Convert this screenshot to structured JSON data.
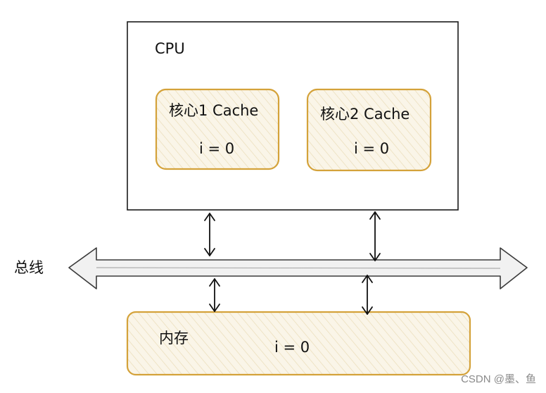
{
  "cpu": {
    "title": "CPU"
  },
  "cores": [
    {
      "title": "核心1 Cache",
      "value": "i = 0"
    },
    {
      "title": "核心2 Cache",
      "value": "i = 0"
    }
  ],
  "bus": {
    "label": "总线"
  },
  "memory": {
    "title": "内存",
    "value": "i = 0"
  },
  "watermark": "CSDN @墨、鱼",
  "colors": {
    "cache_border": "#d4a23a",
    "cache_fill": "#f7f0de",
    "stroke": "#222222",
    "bus_fill": "#ededed"
  }
}
